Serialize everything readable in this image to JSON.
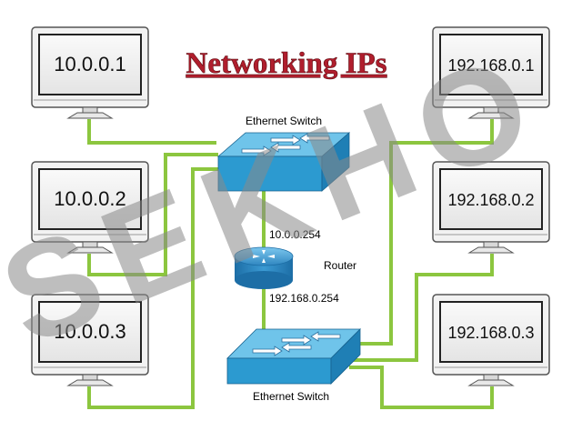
{
  "title": "Networking IPs",
  "watermark": "SEKHO",
  "colors": {
    "wire": "#8cc63f",
    "title": "#b01e2d",
    "switch_top": "#6fc4ea",
    "switch_side": "#1f7fb5",
    "switch_front": "#2c9ad0",
    "router": "#3a8fc6",
    "watermark": "#8a8a8a",
    "watermark_accent": "#2c6fc9"
  },
  "computers": {
    "left": [
      {
        "ip": "10.0.0.1"
      },
      {
        "ip": "10.0.0.2"
      },
      {
        "ip": "10.0.0.3"
      }
    ],
    "right": [
      {
        "ip": "192.168.0.1"
      },
      {
        "ip": "192.168.0.2"
      },
      {
        "ip": "192.168.0.3"
      }
    ]
  },
  "switch_top": {
    "label": "Ethernet Switch"
  },
  "switch_bottom": {
    "label": "Ethernet Switch"
  },
  "router": {
    "label": "Router",
    "ip_top": "10.0.0.254",
    "ip_bottom": "192.168.0.254"
  }
}
